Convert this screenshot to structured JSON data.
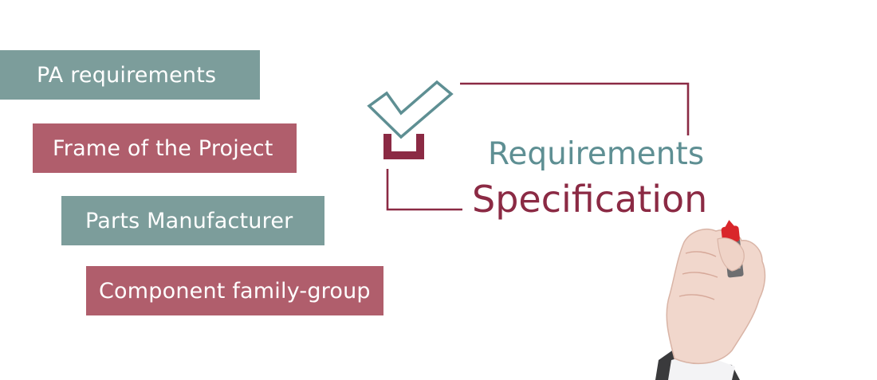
{
  "tags": [
    {
      "label": "PA requirements",
      "color": "#7c9d9b"
    },
    {
      "label": "Frame of the Project",
      "color": "#b05e6c"
    },
    {
      "label": "Parts Manufacturer",
      "color": "#7c9d9b"
    },
    {
      "label": "Component family-group",
      "color": "#b05e6c"
    }
  ],
  "graphic": {
    "line1": "Requirements",
    "line2": "Specification",
    "teal": "#5e8f93",
    "maroon": "#8b2a44",
    "icon": "checkbox-check-icon"
  },
  "hand": {
    "icon": "hand-holding-marker-icon",
    "marker_cap_color": "#d9262b"
  }
}
